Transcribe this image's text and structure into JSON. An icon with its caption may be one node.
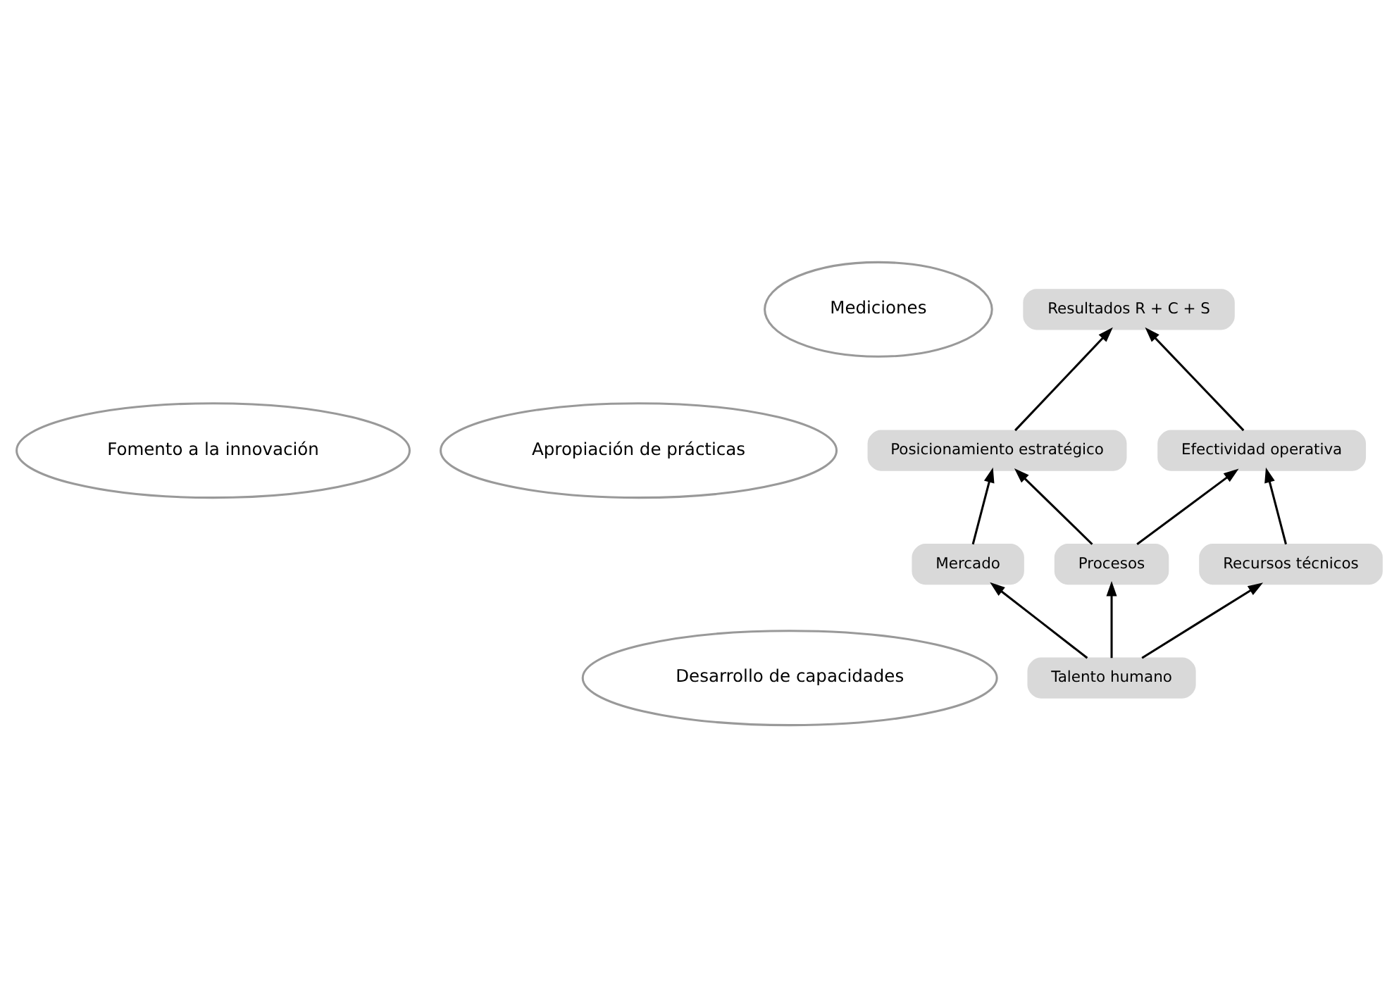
{
  "diagram": {
    "nodes": [
      {
        "text": [
          "Mediciones"
        ]
      },
      {
        "text": [
          "Fomento a la innovación"
        ]
      },
      {
        "text": [
          "Apropiación de prácticas"
        ]
      },
      {
        "text": [
          "Desarrollo de capacidades"
        ]
      },
      {
        "text": [
          "Resultados R + C + S"
        ]
      },
      {
        "text": [
          "Posicionamiento estratégico"
        ]
      },
      {
        "text": [
          "Efectividad operativa"
        ]
      },
      {
        "text": [
          "Mercado"
        ]
      },
      {
        "text": [
          "Procesos"
        ]
      },
      {
        "text": [
          "Recursos técnicos"
        ]
      },
      {
        "text": [
          "Talento humano"
        ]
      }
    ],
    "edges": [
      {
        "from": 5,
        "to": 4,
        "arrow": "to"
      },
      {
        "from": 6,
        "to": 4,
        "arrow": "to"
      },
      {
        "from": 7,
        "to": 5,
        "arrow": "to"
      },
      {
        "from": 8,
        "to": 5,
        "arrow": "to"
      },
      {
        "from": 8,
        "to": 6,
        "arrow": "to"
      },
      {
        "from": 9,
        "to": 6,
        "arrow": "to"
      },
      {
        "from": 10,
        "to": 7,
        "arrow": "to"
      },
      {
        "from": 10,
        "to": 8,
        "arrow": "to"
      },
      {
        "from": 10,
        "to": 9,
        "arrow": "to"
      }
    ]
  }
}
